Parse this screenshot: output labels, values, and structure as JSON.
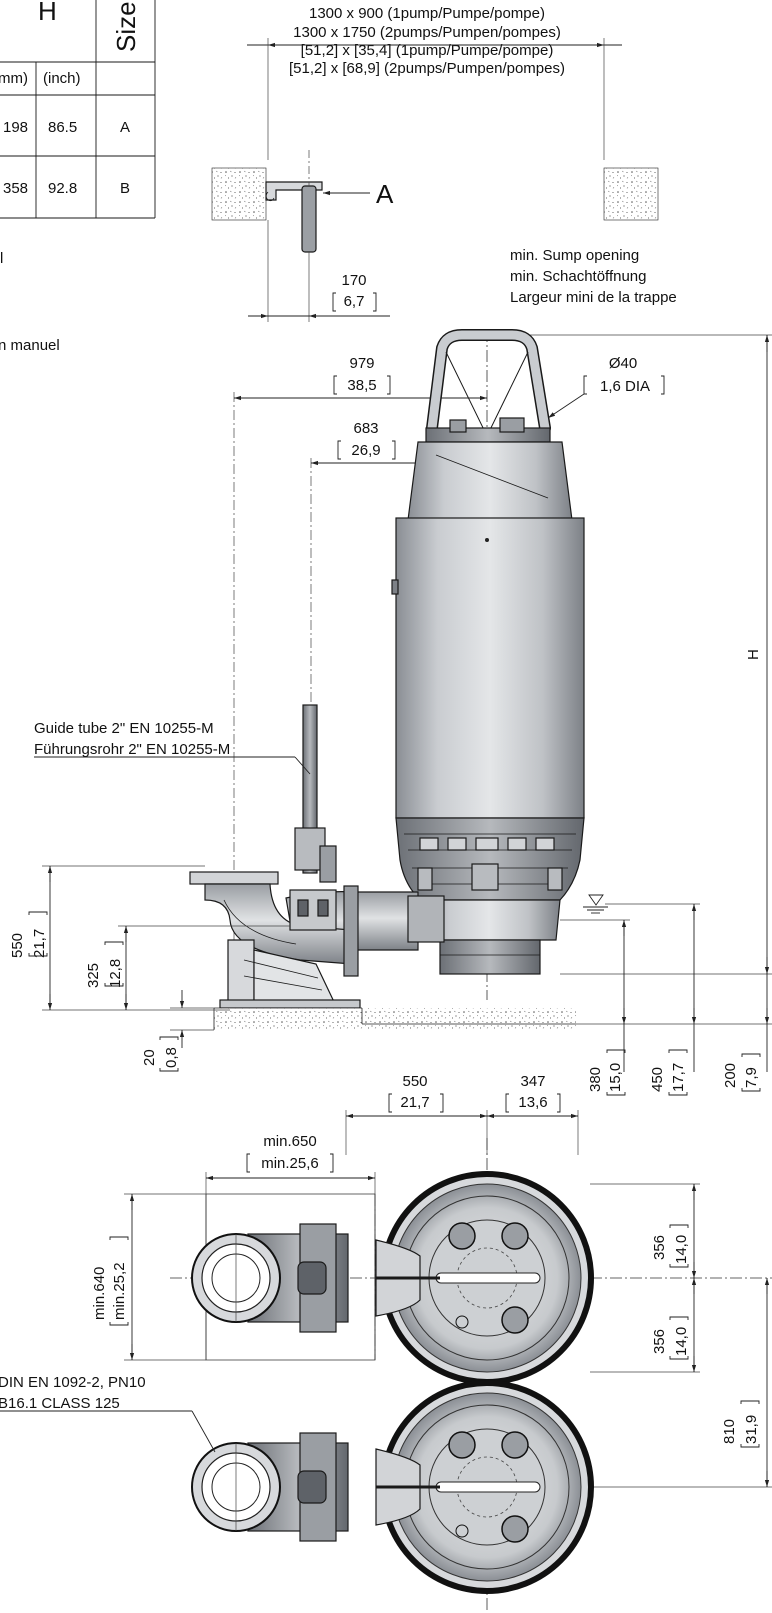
{
  "size_table": {
    "header_h": "H",
    "header_size": "Size",
    "col_mm": "mm)",
    "col_inch": "(inch)",
    "rows": [
      {
        "mm": "198",
        "inch": "86.5",
        "size": "A"
      },
      {
        "mm": "358",
        "inch": "92.8",
        "size": "B"
      }
    ],
    "note_1": "l",
    "note_2": "n manuel"
  },
  "sump_width": {
    "line_1": "1300 x 900 (1pump/Pumpe/pompe)",
    "line_2": "1300 x 1750 (2pumps/Pumpen/pompes)",
    "line_3": "[51,2] x [35,4] (1pump/Pumpe/pompe)",
    "line_4": "[51,2] x [68,9] (2pumps/Pumpen/pompes)"
  },
  "detail_a": {
    "label": "A"
  },
  "dim_170": {
    "mm": "170",
    "inch": "6,7"
  },
  "sump_opening": {
    "line_1": "min. Sump opening",
    "line_2": "min. Schachtöffnung",
    "line_3": "Largeur mini de la trappe"
  },
  "dim_979": {
    "mm": "979",
    "inch": "38,5"
  },
  "dim_683": {
    "mm": "683",
    "inch": "26,9"
  },
  "dim_dia": {
    "mm": "Ø40",
    "inch": "1,6 DIA"
  },
  "dim_h": {
    "label": "H"
  },
  "guide_tube": {
    "line_1": "Guide tube 2\" EN 10255-M",
    "line_2": "Führungsrohr 2\" EN 10255-M"
  },
  "dim_550v": {
    "mm": "550",
    "inch": "21,7"
  },
  "dim_325": {
    "mm": "325",
    "inch": "12,8"
  },
  "dim_20": {
    "mm": "20",
    "inch": "0,8"
  },
  "dim_380": {
    "mm": "380",
    "inch": "15,0"
  },
  "dim_450": {
    "mm": "450",
    "inch": "17,7"
  },
  "dim_200": {
    "mm": "200",
    "inch": "7,9"
  },
  "dim_550h": {
    "mm": "550",
    "inch": "21,7"
  },
  "dim_347": {
    "mm": "347",
    "inch": "13,6"
  },
  "dim_650": {
    "mm": "min.650",
    "inch": "min.25,6"
  },
  "dim_640": {
    "mm": "min.640",
    "inch": "min.25,2"
  },
  "dim_356a": {
    "mm": "356",
    "inch": "14,0"
  },
  "dim_356b": {
    "mm": "356",
    "inch": "14,0"
  },
  "dim_810": {
    "mm": "810",
    "inch": "31,9"
  },
  "flange_note": {
    "line_1": "DIN EN 1092-2, PN10",
    "line_2": "B16.1 CLASS 125"
  }
}
